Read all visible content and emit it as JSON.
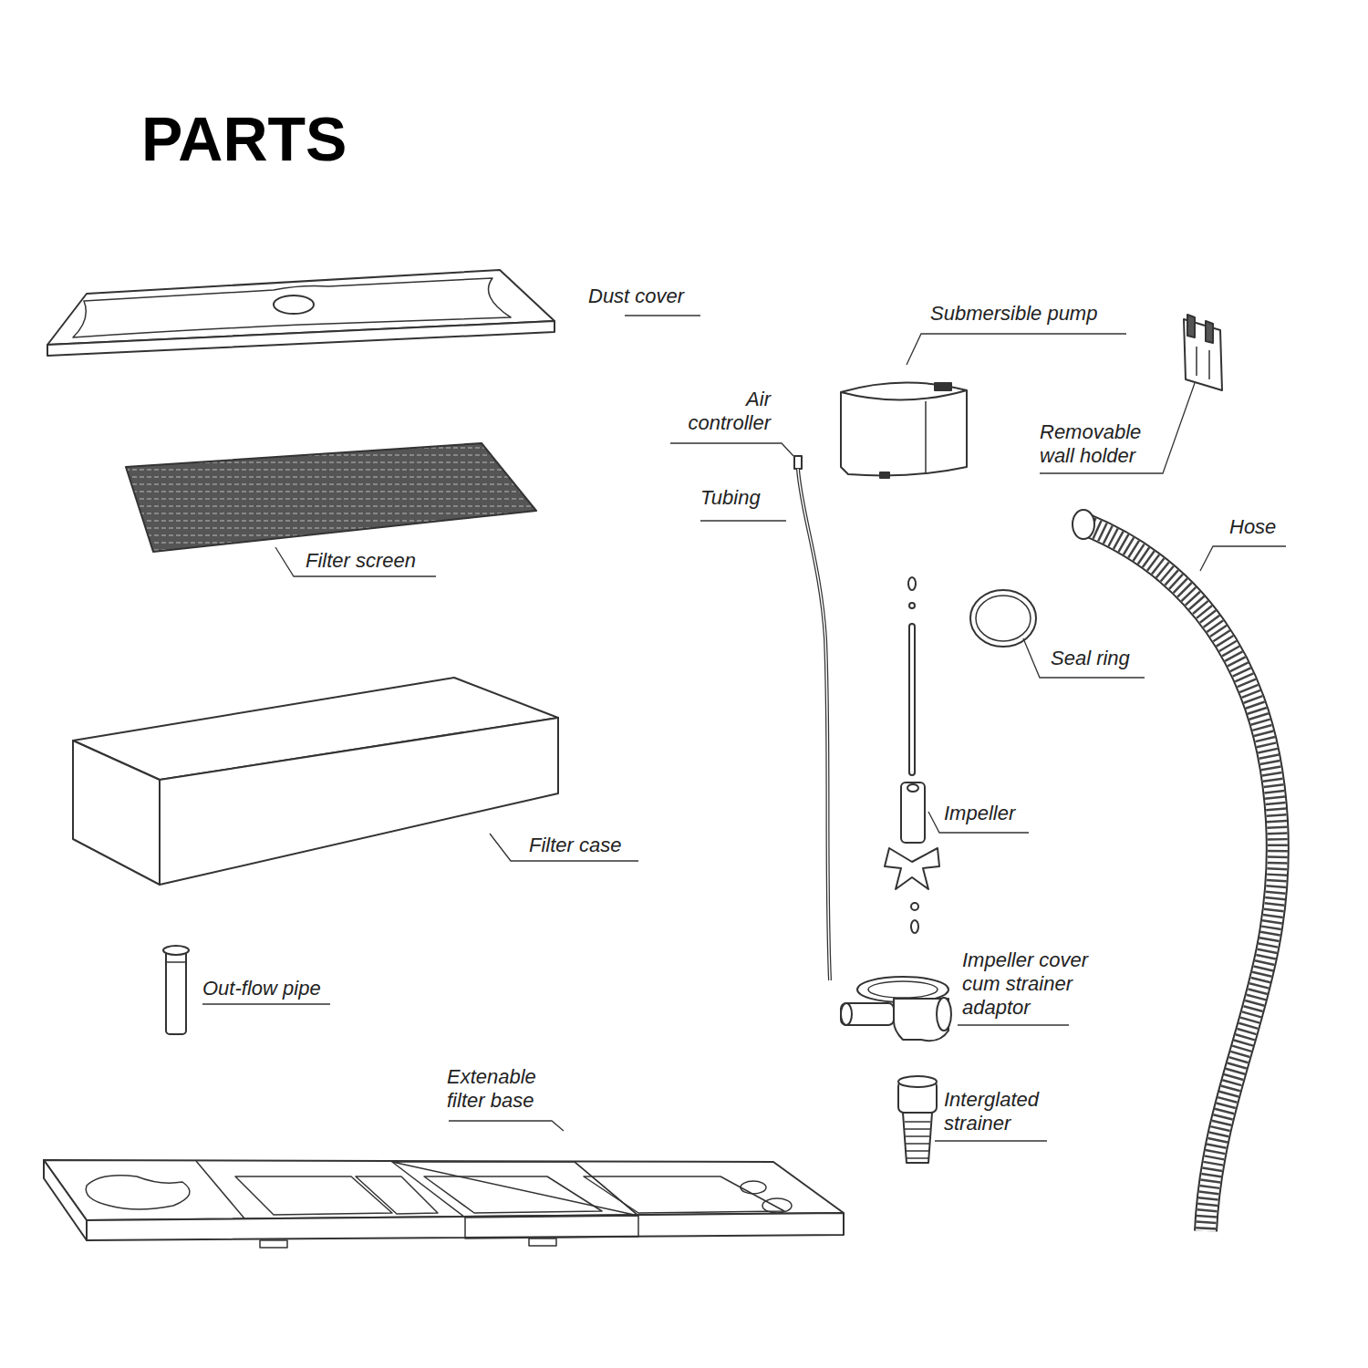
{
  "diagram": {
    "title": "PARTS",
    "labels": [
      "Dust cover",
      "Filter screen",
      "Filter case",
      "Out-flow pipe",
      "Extenable filter base",
      "Air controller",
      "Tubing",
      "Submersible pump",
      "Removable wall holder",
      "Hose",
      "Seal ring",
      "Impeller",
      "Impeller cover cum strainer adaptor",
      "Interglated strainer"
    ]
  }
}
